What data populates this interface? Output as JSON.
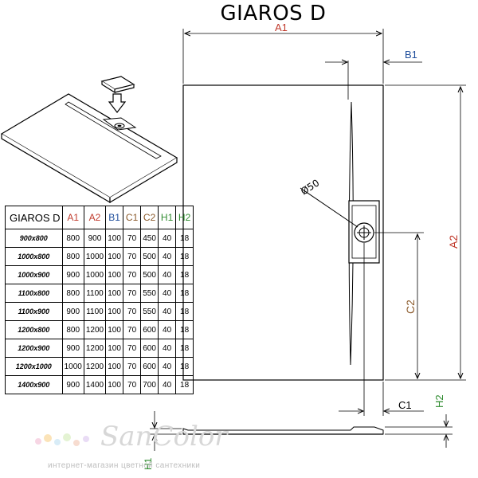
{
  "title": "GIAROS D",
  "dims": {
    "a1": "A1",
    "b1": "B1",
    "a2": "A2",
    "c2": "C2",
    "c1": "C1",
    "h2": "H2",
    "h1": "H1",
    "diameter": "Ø50"
  },
  "table": {
    "headers": [
      "GIAROS D",
      "A1",
      "A2",
      "B1",
      "C1",
      "C2",
      "H1",
      "H2"
    ],
    "header_colors": [
      "#000000",
      "#c0392b",
      "#c0392b",
      "#1f4e9c",
      "#8b5a2b",
      "#8b5a2b",
      "#2e8b2e",
      "#2e8b2e"
    ],
    "rows": [
      [
        "900x800",
        "800",
        "900",
        "100",
        "70",
        "450",
        "40",
        "18"
      ],
      [
        "1000x800",
        "800",
        "1000",
        "100",
        "70",
        "500",
        "40",
        "18"
      ],
      [
        "1000x900",
        "900",
        "1000",
        "100",
        "70",
        "500",
        "40",
        "18"
      ],
      [
        "1100x800",
        "800",
        "1100",
        "100",
        "70",
        "550",
        "40",
        "18"
      ],
      [
        "1100x900",
        "900",
        "1100",
        "100",
        "70",
        "550",
        "40",
        "18"
      ],
      [
        "1200x800",
        "800",
        "1200",
        "100",
        "70",
        "600",
        "40",
        "18"
      ],
      [
        "1200x900",
        "900",
        "1200",
        "100",
        "70",
        "600",
        "40",
        "18"
      ],
      [
        "1200x1000",
        "1000",
        "1200",
        "100",
        "70",
        "600",
        "40",
        "18"
      ],
      [
        "1400x900",
        "900",
        "1400",
        "100",
        "70",
        "700",
        "40",
        "18"
      ]
    ]
  },
  "colors": {
    "a_dims": "#c0392b",
    "b_dims": "#1f4e9c",
    "c_dims": "#8b5a2b",
    "h_dims": "#2e8b2e"
  },
  "watermark": {
    "brand": "SanColor",
    "tagline": "интернет-магазин цветной сантехники"
  }
}
